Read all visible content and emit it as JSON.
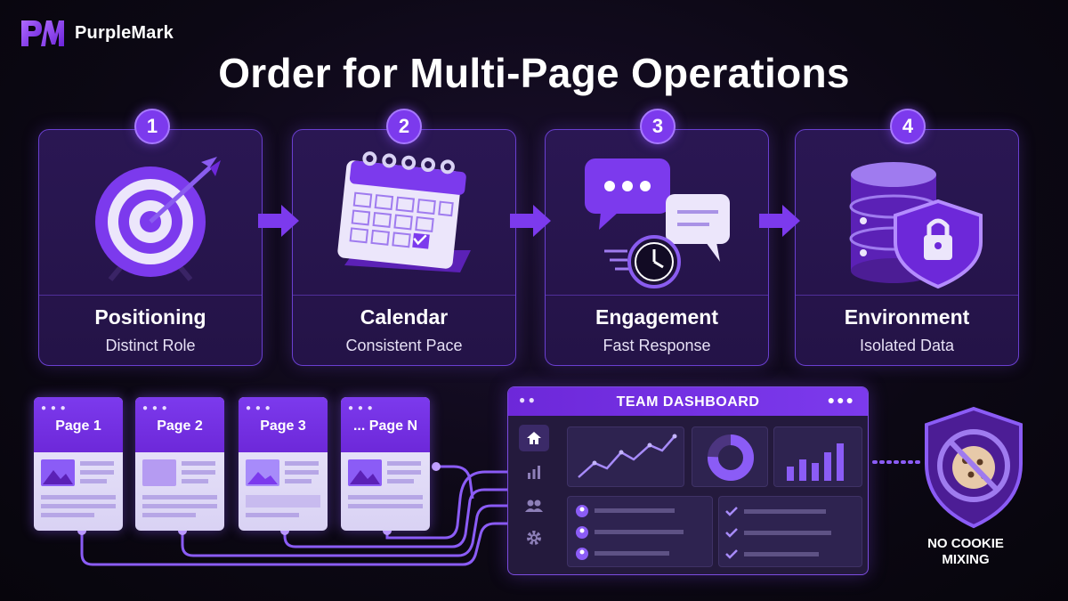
{
  "brand": {
    "name": "PurpleMark",
    "logo_icon": "pm-logo-icon"
  },
  "title": "Order for Multi-Page Operations",
  "colors": {
    "accent": "#7c3aed",
    "card_bg": "#241347",
    "border": "#6a3fd0",
    "background": "#0c0814"
  },
  "steps": [
    {
      "number": "1",
      "title": "Positioning",
      "subtitle": "Distinct Role",
      "icon": "target-icon"
    },
    {
      "number": "2",
      "title": "Calendar",
      "subtitle": "Consistent Pace",
      "icon": "calendar-icon"
    },
    {
      "number": "3",
      "title": "Engagement",
      "subtitle": "Fast Response",
      "icon": "chat-clock-icon"
    },
    {
      "number": "4",
      "title": "Environment",
      "subtitle": "Isolated Data",
      "icon": "database-shield-icon"
    }
  ],
  "pages": [
    {
      "label": "Page 1"
    },
    {
      "label": "Page 2"
    },
    {
      "label": "Page 3"
    },
    {
      "label": "... Page N"
    }
  ],
  "dashboard": {
    "title": "TEAM DASHBOARD",
    "sidebar_icons": [
      "home-icon",
      "bar-chart-icon",
      "users-icon",
      "gear-icon"
    ]
  },
  "warning": {
    "label": "NO COOKIE MIXING",
    "icon": "no-cookie-shield-icon"
  }
}
